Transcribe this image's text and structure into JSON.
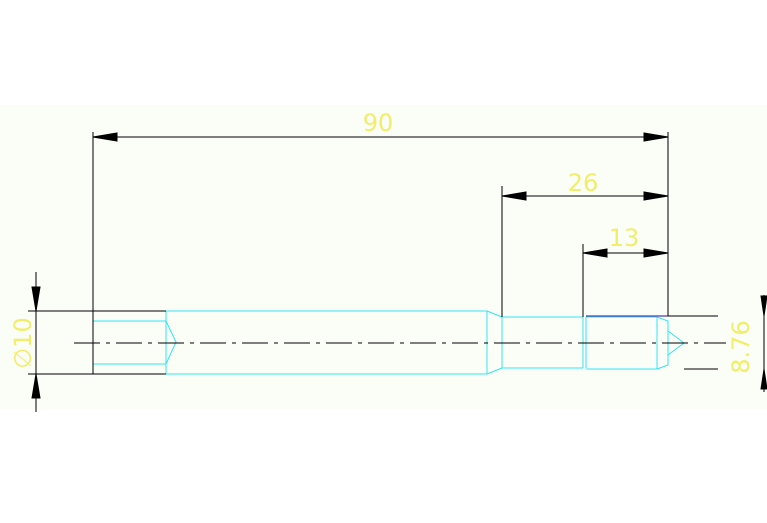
{
  "drawing": {
    "background_color": "#fbfdf7",
    "outline_color": "#31e6f0",
    "dimension_line_color": "#000000",
    "dimension_text_color": "#f0ee6a",
    "highlight_line_color": "#4b3cc8",
    "dimensions": {
      "overall_length": "90",
      "step_length": "26",
      "tip_length": "13",
      "shank_diameter": "∅10",
      "tip_diameter": "8.76"
    }
  }
}
